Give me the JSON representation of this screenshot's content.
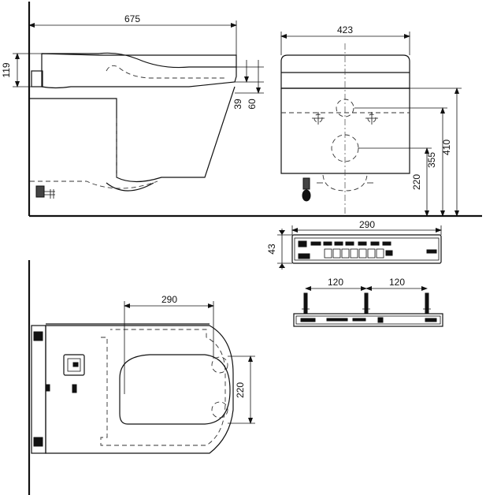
{
  "dimensions": {
    "side_overall_length": "675",
    "side_seat_height": "119",
    "side_gap_39": "39",
    "side_gap_60": "60",
    "front_width": "423",
    "front_height_410": "410",
    "front_height_355": "355",
    "front_height_220": "220",
    "remote_length": "290",
    "remote_height": "43",
    "bracket_spacing_left": "120",
    "bracket_spacing_right": "120",
    "top_bolt_spacing": "290",
    "top_hole_depth": "220"
  }
}
